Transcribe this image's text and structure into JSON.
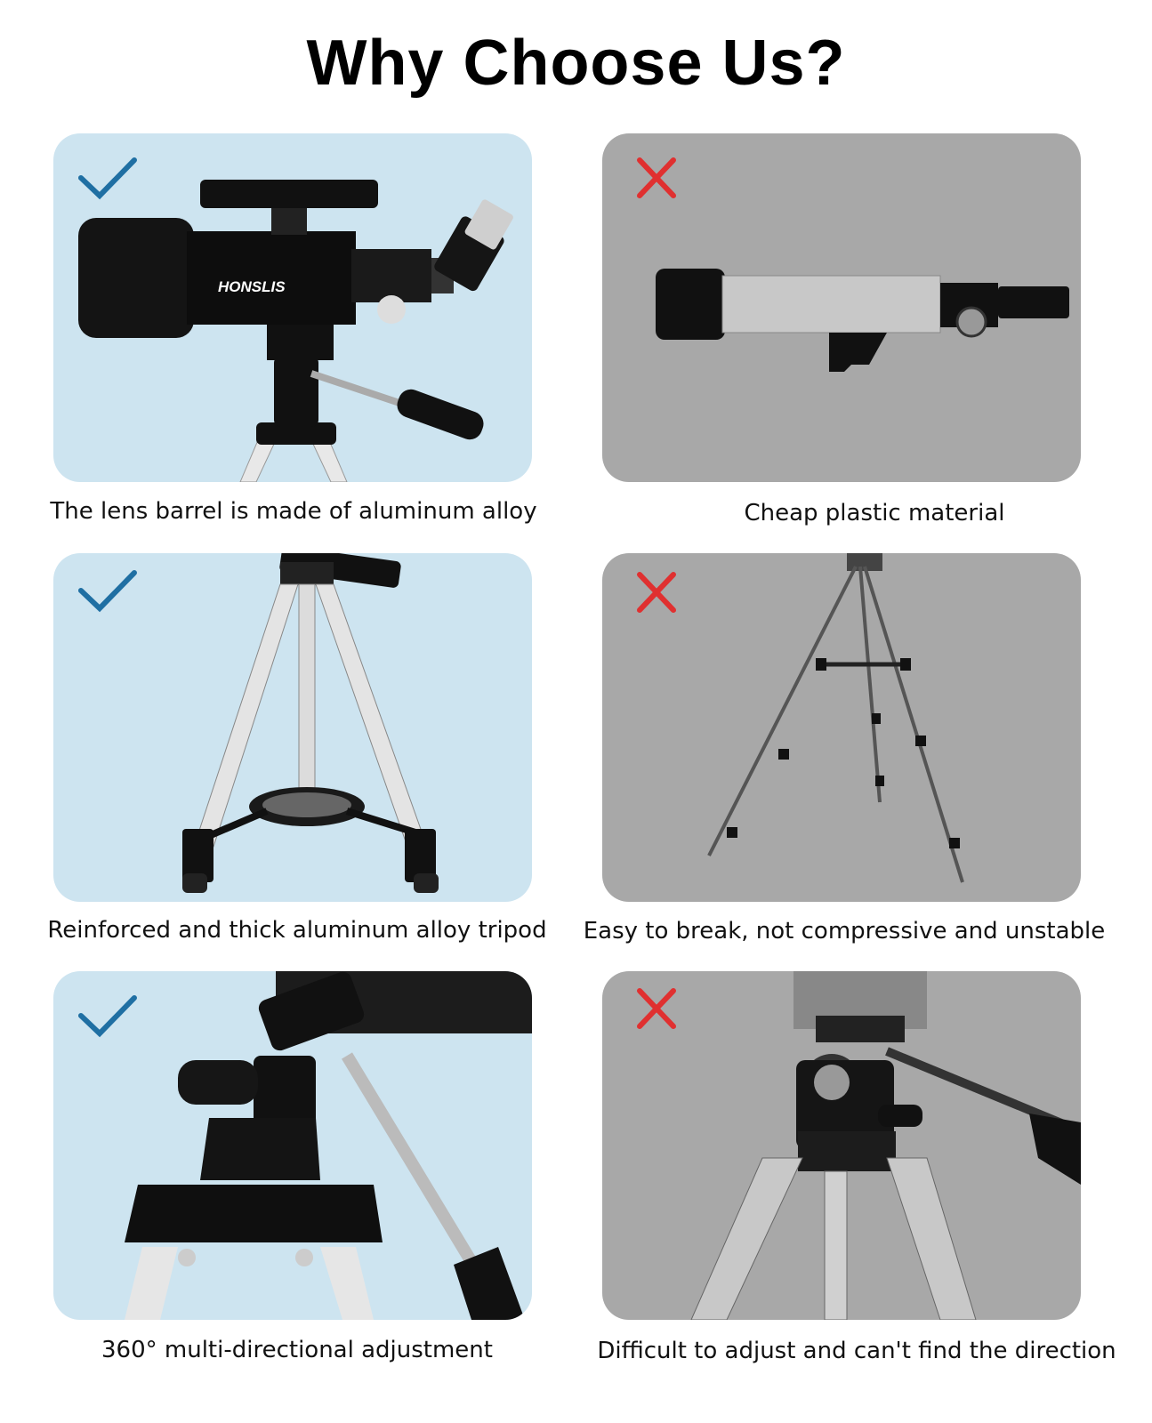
{
  "title": "Why Choose Us?",
  "brand": "HONSLIS",
  "colors": {
    "good_bg": "#cde4f0",
    "bad_bg": "#a8a8a8",
    "check": "#1f6fa3",
    "cross": "#e03030"
  },
  "rows": [
    {
      "good": {
        "icon": "check-icon",
        "caption": "The lens barrel is made of aluminum alloy"
      },
      "bad": {
        "icon": "cross-icon",
        "caption": "Cheap plastic material"
      }
    },
    {
      "good": {
        "icon": "check-icon",
        "caption": "Reinforced and thick aluminum alloy tripod"
      },
      "bad": {
        "icon": "cross-icon",
        "caption": "Easy to break, not compressive and unstable"
      }
    },
    {
      "good": {
        "icon": "check-icon",
        "caption": "360° multi-directional adjustment"
      },
      "bad": {
        "icon": "cross-icon",
        "caption": "Difficult to adjust and can't find the direction"
      }
    }
  ]
}
